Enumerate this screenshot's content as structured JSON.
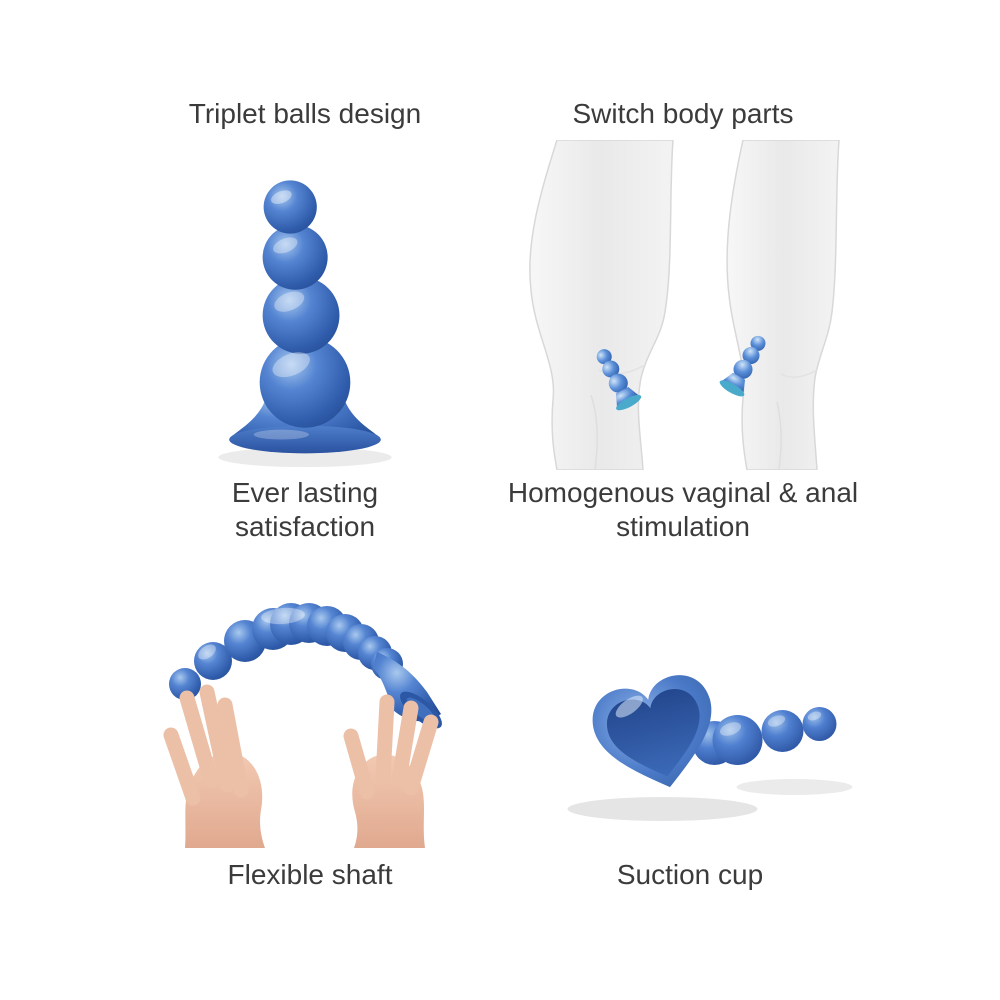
{
  "panels": {
    "triplet": {
      "title": "Triplet balls design",
      "caption_line1": "Ever lasting",
      "caption_line2": "satisfaction"
    },
    "switch": {
      "title": "Switch body parts",
      "caption_line1": "Homogenous vaginal & anal",
      "caption_line2": "stimulation"
    },
    "flexible": {
      "caption": "Flexible shaft"
    },
    "suction": {
      "caption": "Suction cup"
    }
  },
  "illustrations": {
    "triplet": "beaded-plug-illustration",
    "switch": "body-silhouettes-illustration",
    "flexible": "hands-bending-plug-illustration",
    "suction": "heart-suction-cup-illustration"
  },
  "colors": {
    "background": "#ffffff",
    "text": "#3b3b3b",
    "product_blue": "#4a79c8",
    "product_blue_dark": "#2a529f",
    "product_blue_light": "#a8c8ee",
    "suction_teal": "#49aacb",
    "body_gray": "#ededed",
    "skin_tone": "#ecbfa7"
  }
}
